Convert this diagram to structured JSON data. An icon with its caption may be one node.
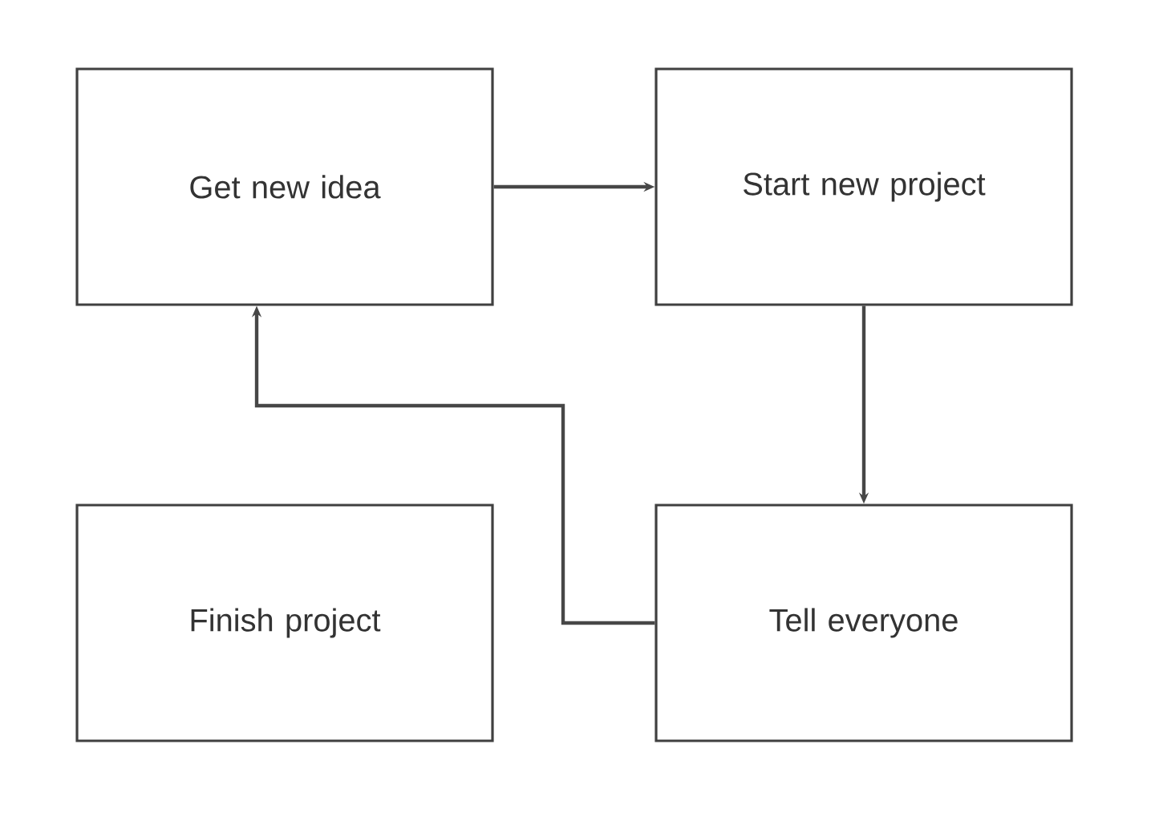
{
  "diagram": {
    "nodes": [
      {
        "text": [
          "Get new idea"
        ]
      },
      {
        "text": [
          "Start new project"
        ]
      },
      {
        "text": [
          "Finish project"
        ]
      },
      {
        "text": [
          "Tell everyone"
        ]
      }
    ],
    "edges": [
      {
        "from": 0,
        "to": 1,
        "arrow": "to"
      },
      {
        "from": 1,
        "to": 3,
        "arrow": "to"
      },
      {
        "from": 3,
        "to": 0,
        "arrow": "to"
      }
    ]
  }
}
